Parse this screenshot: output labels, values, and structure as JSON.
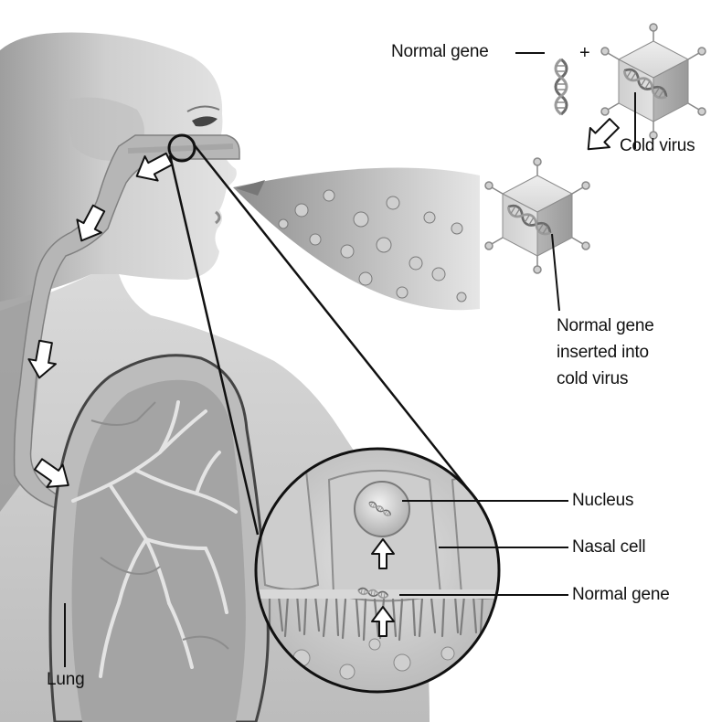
{
  "labels": {
    "normal_gene_top": "Normal gene",
    "plus_sign": "+",
    "cold_virus": "Cold virus",
    "inserted_line1": "Normal gene",
    "inserted_line2": "inserted into",
    "inserted_line3": "cold virus",
    "nucleus": "Nucleus",
    "nasal_cell": "Nasal cell",
    "normal_gene_cell": "Normal gene",
    "lung": "Lung"
  },
  "colors": {
    "skin": "#d2d2d2",
    "skin_shadow": "#a9a9a9",
    "airway": "#b4b4b4",
    "lung": "#a5a5a5",
    "arrow_fill": "#ffffff",
    "outline": "#111111"
  }
}
